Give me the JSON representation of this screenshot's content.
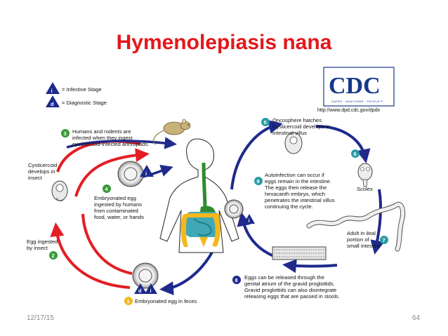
{
  "slide": {
    "title": "Hymenolepiasis nana",
    "date": "12/17/15",
    "page_number": "64"
  },
  "legend": {
    "infective": {
      "symbol": "i",
      "label": "= Infective Stage"
    },
    "diagnostic": {
      "symbol": "d",
      "label": "= Diagnostic Stage"
    }
  },
  "logo": {
    "text": "CDC",
    "tagline": "SAFER · HEALTHIER · PEOPLE™",
    "url": "http://www.dpd.cdc.gov/dpdx"
  },
  "steps": [
    {
      "num": "1",
      "lines": [
        "Embryonated egg in feces"
      ]
    },
    {
      "num": "2",
      "lines": [
        "Egg ingested",
        "by insect"
      ]
    },
    {
      "num": "3",
      "lines": [
        "Humans and rodents are",
        "infected when they ingest",
        "cysticercoid-infected arthropods."
      ]
    },
    {
      "num": "4",
      "lines": [
        "Embryonated egg",
        "ingested by humans",
        "from contaminated",
        "food, water, or hands"
      ]
    },
    {
      "num": "5",
      "lines": [
        "Oncosphere hatches",
        "Cysticercoid develops in",
        "intestinal villus"
      ]
    },
    {
      "num": "6",
      "lines": [
        "Scolex"
      ]
    },
    {
      "num": "7",
      "lines": [
        "Adult in ileal",
        "portion of",
        "small intestine"
      ]
    },
    {
      "num": "8",
      "lines": [
        "Eggs can be released through the",
        "genital atrium of the gravid proglottids.",
        "Gravid proglottids can also disintegrate",
        "releasing eggs that are passed in stools."
      ]
    },
    {
      "num": "9",
      "lines": [
        "Autoinfection can occur if",
        "eggs remain in the intestine.",
        "The eggs then release the",
        "hexacanth embryo, which",
        "penetrates the intestinal villus",
        "continuing the cycle."
      ]
    }
  ],
  "cysticercoid_label": [
    "Cysticercoid",
    "develops in",
    "insect"
  ],
  "colors": {
    "title": "#e3171b",
    "red_arrow": "#e31e24",
    "blue_arrow": "#1f2a8c",
    "badge_green": "#3a9a3a",
    "badge_teal": "#2a9aa5",
    "badge_blue": "#1c2a8c",
    "badge_yellow": "#f2b81c"
  }
}
